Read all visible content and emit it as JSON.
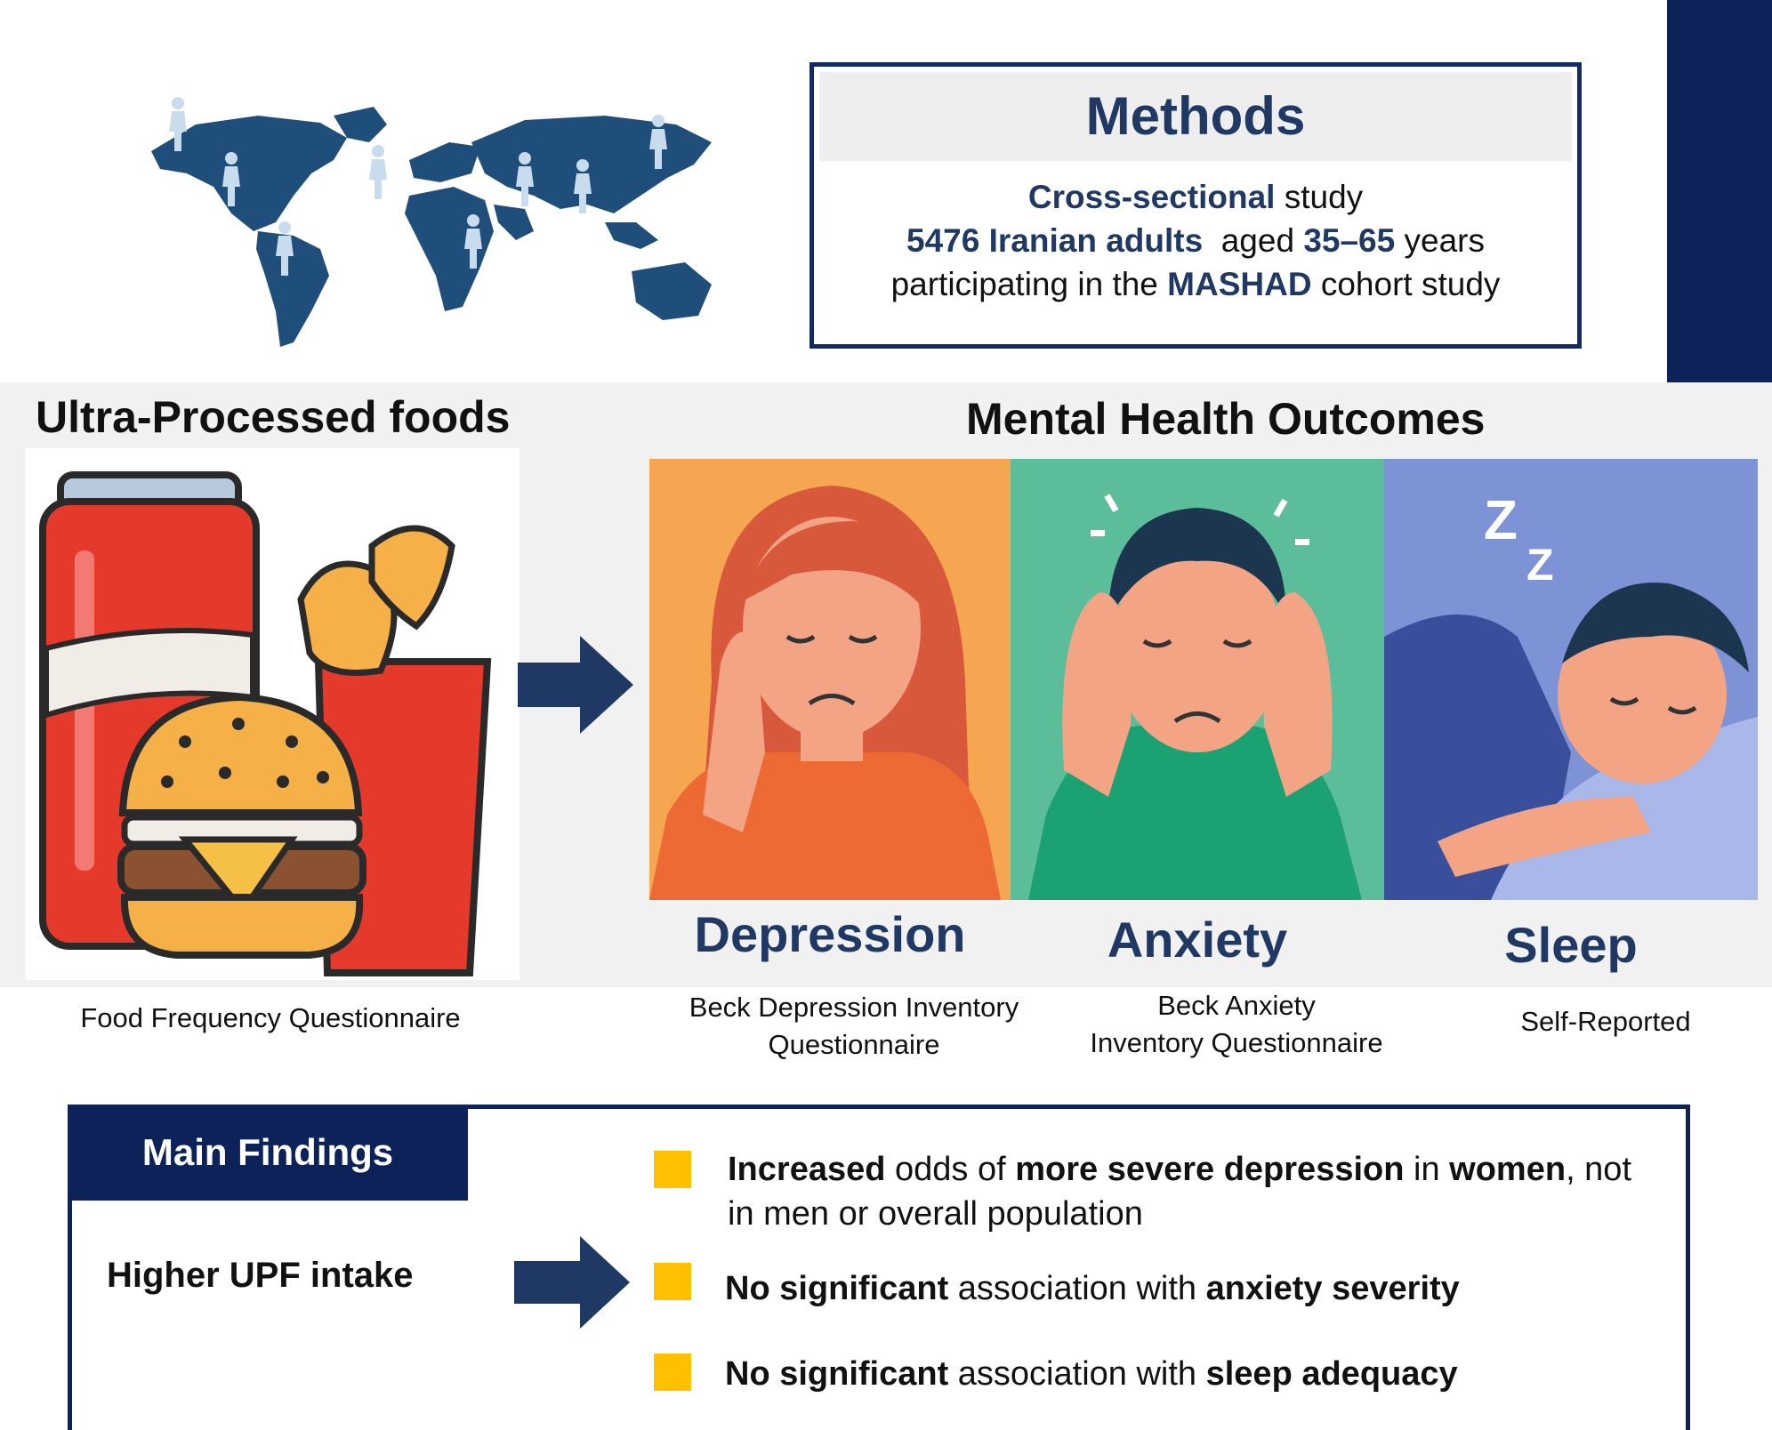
{
  "methods": {
    "title": "Methods",
    "line1": {
      "design": "Cross-sectional",
      "rest": " study"
    },
    "line2": {
      "sample": "5476 Iranian adults",
      "aged": "  aged ",
      "range": "35–65",
      "years": " years"
    },
    "line3": {
      "pre": "participating in the ",
      "cohort": "MASHAD",
      "post": " cohort study"
    }
  },
  "upf": {
    "title": "Ultra-Processed foods",
    "caption": "Food Frequency Questionnaire"
  },
  "outcomes": {
    "title": "Mental Health Outcomes",
    "depression": {
      "label": "Depression",
      "caption_1": "Beck Depression Inventory",
      "caption_2": "Questionnaire"
    },
    "anxiety": {
      "label": "Anxiety",
      "caption_1": "Beck Anxiety",
      "caption_2": "Inventory Questionnaire"
    },
    "sleep": {
      "label": "Sleep",
      "caption": "Self-Reported",
      "z1": "Z",
      "z2": "Z"
    }
  },
  "findings": {
    "title": "Main Findings",
    "exposure": "Higher UPF intake",
    "items": [
      {
        "b1": "Increased",
        "t1": " odds of ",
        "b2": "more severe depression",
        "t2": " in ",
        "b3": "women",
        "t3": ", not in men or overall population"
      },
      {
        "b1": "No significant",
        "t1": " association with ",
        "b2": "anxiety severity"
      },
      {
        "b1": "No significant",
        "t1": " association with ",
        "b2": "sleep adequacy"
      }
    ]
  },
  "colors": {
    "navy": "#1f3864",
    "dark_navy": "#0d2258",
    "bullet": "#ffc000",
    "depression_bg": "#f6a650",
    "anxiety_bg": "#5cbd9b",
    "sleep_bg": "#7e93d6"
  }
}
